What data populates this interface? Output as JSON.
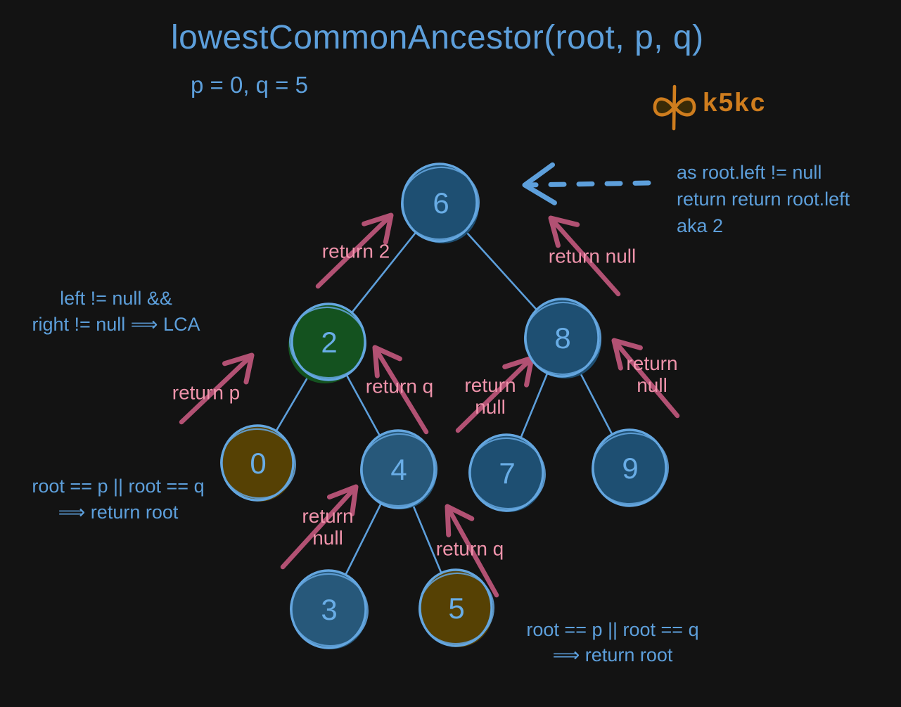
{
  "title": "lowestCommonAncestor(root, p, q)",
  "subtitle": "p = 0, q = 5",
  "logo": {
    "text": "k5kc",
    "icon": "butterfly-infinity-icon",
    "color": "#cf7d1e"
  },
  "colors": {
    "background": "#131313",
    "blue_text": "#5d9fdb",
    "node_stroke": "#64a6df",
    "node_number": "#69ade6",
    "node_fill_blue": "#1e4f72",
    "node_fill_light_blue": "#27587a",
    "node_fill_green": "#14521f",
    "node_fill_brown": "#564104",
    "arrow_pink": "#b25173",
    "label_pink": "#ef93ab",
    "edge_blue": "#5d9fdb"
  },
  "nodes": {
    "n6": "6",
    "n2": "2",
    "n8": "8",
    "n0": "0",
    "n4": "4",
    "n7": "7",
    "n9": "9",
    "n3": "3",
    "n5": "5"
  },
  "tree_structure": {
    "root": "6",
    "edges": [
      [
        "6",
        "2"
      ],
      [
        "6",
        "8"
      ],
      [
        "2",
        "0"
      ],
      [
        "2",
        "4"
      ],
      [
        "8",
        "7"
      ],
      [
        "8",
        "9"
      ],
      [
        "4",
        "3"
      ],
      [
        "4",
        "5"
      ]
    ],
    "p_node": "0",
    "q_node": "5",
    "lca_node": "2"
  },
  "annotations": {
    "as_root_left": {
      "l1": "as root.left != null",
      "l2": "return return root.left",
      "l3": "aka 2"
    },
    "lca_rule": {
      "l1": "left != null &&",
      "l2": "right != null ⟹ LCA"
    },
    "return_root_left": {
      "l1": "root == p || root == q",
      "l2": "⟹ return root"
    },
    "return_root_right": {
      "l1": "root == p || root == q",
      "l2": "⟹ return root"
    }
  },
  "labels": {
    "return_2": "return 2",
    "return_null_top": "return null",
    "return_p": "return p",
    "return_q_mid": "return q",
    "return_null_left8_l1": "return",
    "return_null_left8_l2": "null",
    "return_null_right8_l1": "return",
    "return_null_right8_l2": "null",
    "return_null_3_l1": "return",
    "return_null_3_l2": "null",
    "return_q_bottom": "return q"
  }
}
